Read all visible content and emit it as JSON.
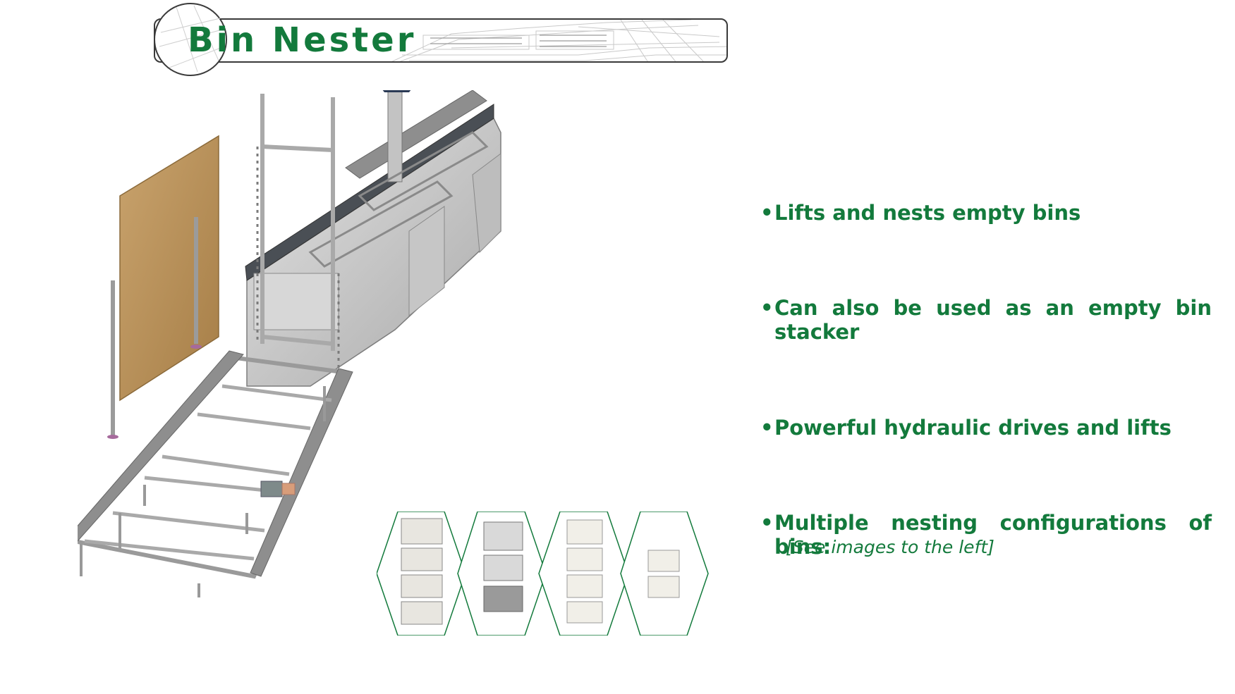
{
  "slide": {
    "title": "Bin Nester",
    "bullets": [
      {
        "marker": "•",
        "text": "Lifts and nests empty bins"
      },
      {
        "marker": "•",
        "text": "Can also be used as an empty bin stacker"
      },
      {
        "marker": "•",
        "text": "Powerful hydraulic drives and lifts"
      },
      {
        "marker": "•",
        "text": "Multiple nesting configurations of bins:"
      }
    ],
    "note": "[See images to the left]"
  },
  "colors": {
    "accent": "#137a3c",
    "frame": "#3a3a3a",
    "steel": "#b9b9b9",
    "board": "#b8915c"
  },
  "illustrations": {
    "machine": "bin-nester-machine-render",
    "bins": [
      "bin-stack-four-open",
      "bin-stack-three-lid",
      "bin-stack-four-white",
      "bin-stack-two-small"
    ]
  }
}
